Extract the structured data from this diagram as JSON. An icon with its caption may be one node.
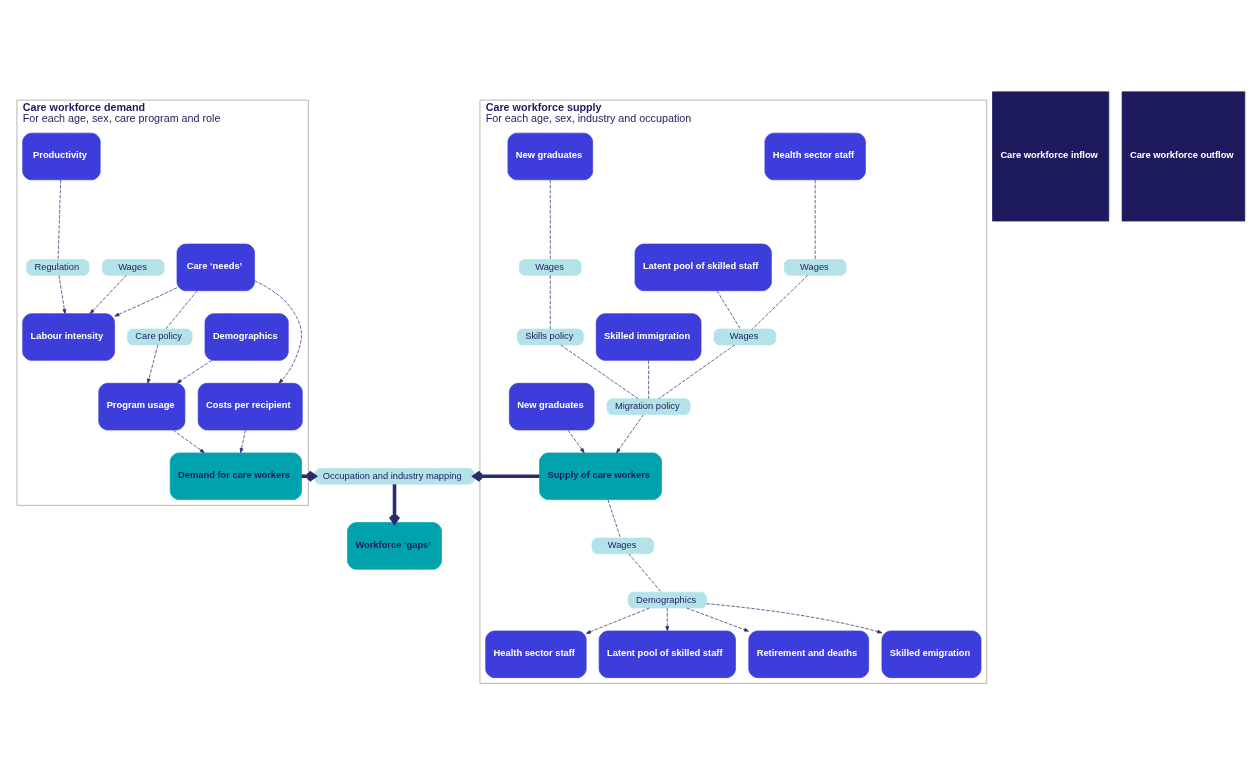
{
  "diagram": {
    "nodes": [
      {
        "text": [
          "Care workforce demand",
          "For each age, sex, care program and role"
        ]
      },
      {
        "text": [
          "Demographics"
        ],
        "in": 0
      },
      {
        "text": [
          "Care ‘needs’"
        ],
        "in": 0
      },
      {
        "text": [
          "Care policy"
        ],
        "in": 0
      },
      {
        "text": [
          "Program usage"
        ],
        "in": 0
      },
      {
        "text": [
          "Costs per recipient"
        ],
        "in": 0
      },
      {
        "text": [
          "Demand for care workers"
        ],
        "in": 0
      },
      {
        "text": [
          "Wages"
        ],
        "in": 0
      },
      {
        "text": [
          "Labour intensity"
        ],
        "in": 0
      },
      {
        "text": [
          "Regulation"
        ],
        "in": 0
      },
      {
        "text": [
          "Productivity"
        ],
        "in": 0
      },
      {
        "text": [
          "Occupation and industry mapping"
        ]
      },
      {
        "text": [
          "Workforce ‘gaps’"
        ]
      },
      {
        "text": [
          "Care workforce supply",
          "For each age, sex, industry and occupation"
        ]
      },
      {
        "text": [
          "Health sector staff"
        ],
        "in": 13
      },
      {
        "text": [
          "Latent pool of skilled staff"
        ],
        "in": 13
      },
      {
        "text": [
          "Skilled immigration"
        ],
        "in": 13
      },
      {
        "text": [
          "New graduates"
        ],
        "in": 13
      },
      {
        "text": [
          "Wages"
        ],
        "in": 13
      },
      {
        "text": [
          "Wages"
        ],
        "in": 13
      },
      {
        "text": [
          "Migration policy"
        ],
        "in": 13
      },
      {
        "text": [
          "Wages"
        ],
        "in": 13
      },
      {
        "text": [
          "Skills policy"
        ],
        "in": 13
      },
      {
        "text": [
          "Supply of care workers"
        ],
        "in": 13
      },
      {
        "text": [
          "New graduates"
        ],
        "in": 13
      },
      {
        "text": [
          "Wages"
        ],
        "in": 13
      },
      {
        "text": [
          "Demographics"
        ],
        "in": 13
      },
      {
        "text": [
          "Health sector staff"
        ],
        "in": 13
      },
      {
        "text": [
          "Latent pool of skilled staff"
        ],
        "in": 13
      },
      {
        "text": [
          "Retirement and deaths"
        ],
        "in": 13
      },
      {
        "text": [
          "Skilled emigration"
        ],
        "in": 13
      },
      {
        "text": [
          "Care workforce inflow"
        ]
      },
      {
        "text": [
          "Care workforce outflow"
        ]
      }
    ],
    "edges": [
      {
        "from": 1,
        "to": 4,
        "arrow": "to",
        "style": "dashed"
      },
      {
        "from": 2,
        "to": 3,
        "arrow": "none",
        "style": "dashed"
      },
      {
        "from": 3,
        "to": 4,
        "arrow": "to",
        "style": "dashed"
      },
      {
        "from": 2,
        "to": 5,
        "arrow": "to",
        "style": "dashed"
      },
      {
        "from": 2,
        "to": 8,
        "arrow": "to",
        "style": "dashed"
      },
      {
        "from": 4,
        "to": 6,
        "arrow": "to",
        "style": "dashed"
      },
      {
        "from": 5,
        "to": 6,
        "arrow": "to",
        "style": "dashed"
      },
      {
        "from": 6,
        "to": 11,
        "arrow": "to",
        "style": "thick"
      },
      {
        "from": 7,
        "to": 8,
        "arrow": "to",
        "style": "dashed"
      },
      {
        "from": 10,
        "to": 9,
        "arrow": "none",
        "style": "dashed"
      },
      {
        "from": 9,
        "to": 8,
        "arrow": "to",
        "style": "dashed"
      },
      {
        "from": 11,
        "to": 12,
        "arrow": "to",
        "style": "thick"
      },
      {
        "from": 23,
        "to": 11,
        "arrow": "to",
        "style": "thick"
      },
      {
        "from": 14,
        "to": 18,
        "arrow": "none",
        "style": "dashed"
      },
      {
        "from": 15,
        "to": 19,
        "arrow": "none",
        "style": "dashed"
      },
      {
        "from": 16,
        "to": 20,
        "arrow": "none",
        "style": "dashed"
      },
      {
        "from": 17,
        "to": 21,
        "arrow": "none",
        "style": "dashed"
      },
      {
        "from": 21,
        "to": 22,
        "arrow": "none",
        "style": "dashed"
      },
      {
        "from": 18,
        "to": 19,
        "arrow": "none",
        "style": "dashed"
      },
      {
        "from": 19,
        "to": 20,
        "arrow": "none",
        "style": "dashed"
      },
      {
        "from": 22,
        "to": 20,
        "arrow": "none",
        "style": "dashed"
      },
      {
        "from": 20,
        "to": 23,
        "arrow": "to",
        "style": "dashed"
      },
      {
        "from": 24,
        "to": 23,
        "arrow": "to",
        "style": "dashed"
      },
      {
        "from": 23,
        "to": 25,
        "arrow": "none",
        "style": "dashed"
      },
      {
        "from": 25,
        "to": 26,
        "arrow": "none",
        "style": "dashed"
      },
      {
        "from": 26,
        "to": 27,
        "arrow": "to",
        "style": "dashed"
      },
      {
        "from": 26,
        "to": 28,
        "arrow": "to",
        "style": "dashed"
      },
      {
        "from": 26,
        "to": 29,
        "arrow": "to",
        "style": "dashed"
      },
      {
        "from": 26,
        "to": 30,
        "arrow": "to",
        "style": "dashed"
      }
    ]
  }
}
